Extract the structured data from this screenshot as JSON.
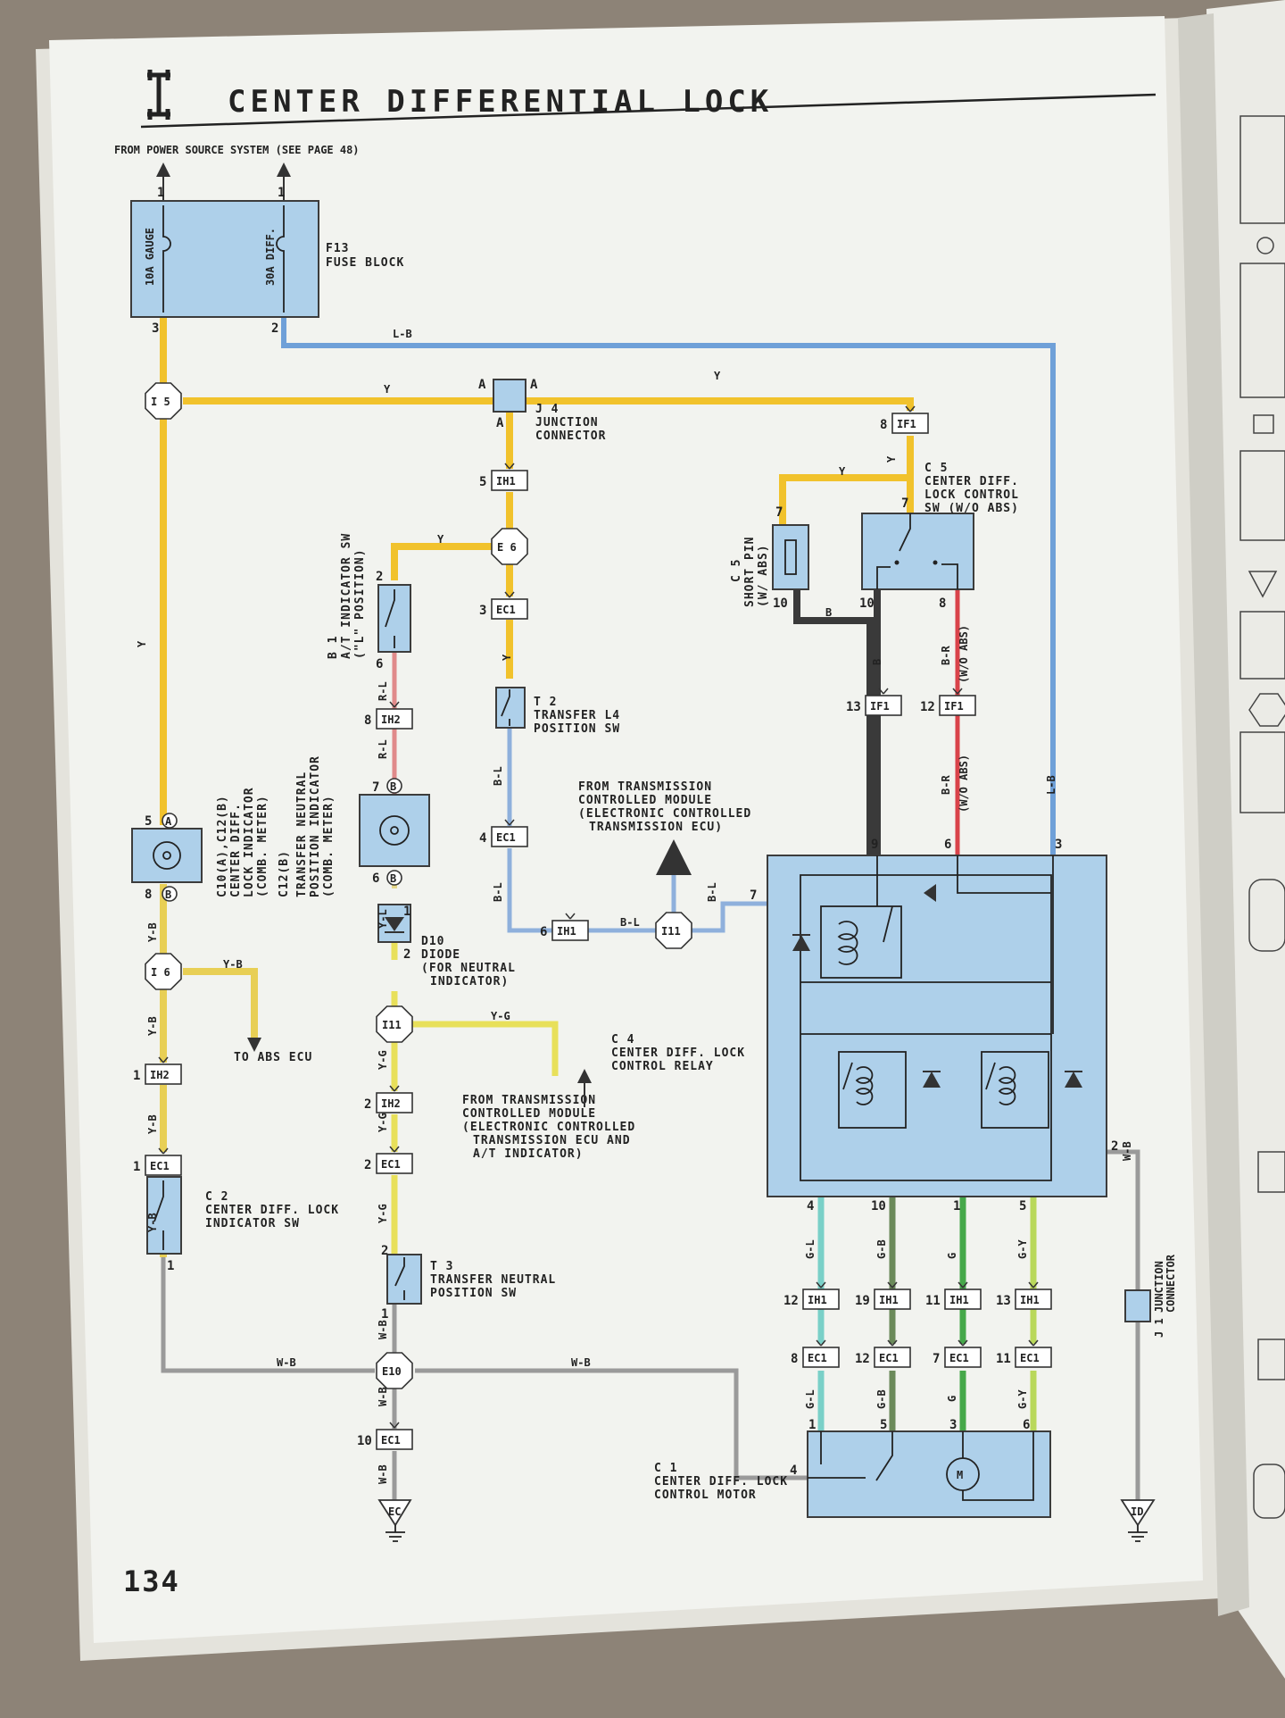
{
  "title": "CENTER DIFFERENTIAL LOCK",
  "source_note": "FROM POWER SOURCE SYSTEM (SEE PAGE 48)",
  "page_number": "134",
  "colors": {
    "page": "#f2f3ef",
    "component": "#aed0ea",
    "Y": "#f1c22c",
    "L-B": "#6fa0d8",
    "B": "#3a3a3a",
    "B-R": "#d9434a",
    "B-L": "#8fb0dc",
    "Y-G": "#e8e05a",
    "G": "#46a84a",
    "G-L": "#7ad0c8",
    "G-B": "#6b8a5a",
    "G-Y": "#b9d85a",
    "W-B": "#9a9a9a",
    "R-L": "#e08a8a",
    "Y-L": "#e6d88a"
  },
  "fuse_block": {
    "code": "F13",
    "name": "FUSE BLOCK",
    "fuse_left": "10A GAUGE",
    "fuse_right": "30A DIFF.",
    "pin_in_left": "1",
    "pin_in_right": "1",
    "pin_out_left": "3",
    "pin_out_right": "2"
  },
  "junction": {
    "code": "J 4",
    "name_1": "JUNCTION",
    "name_2": "CONNECTOR",
    "pin_a": "A"
  },
  "components": {
    "c5_sw": {
      "code": "C 5",
      "line1": "CENTER DIFF.",
      "line2": "LOCK CONTROL",
      "line3": "SW (W/O ABS)"
    },
    "c5_pin": {
      "code": "C 5",
      "line1": "SHORT PIN",
      "line2": "(W/ ABS)"
    },
    "b1": {
      "code": "B 1",
      "line1": "A/T INDICATOR SW",
      "line2": "(\"L\" POSITION)"
    },
    "t2": {
      "code": "T 2",
      "line1": "TRANSFER L4",
      "line2": "POSITION SW"
    },
    "c10": {
      "code": "C10(A),C12(B)",
      "line1": "CENTER DIFF.",
      "line2": "LOCK INDICATOR",
      "line3": "(COMB. METER)"
    },
    "c12": {
      "code": "C12(B)",
      "line1": "TRANSFER NEUTRAL",
      "line2": "POSITION INDICATOR",
      "line3": "(COMB. METER)"
    },
    "d10": {
      "code": "D10",
      "line1": "DIODE",
      "line2": "(FOR NEUTRAL",
      "line3": "INDICATOR)"
    },
    "c4": {
      "code": "C 4",
      "line1": "CENTER DIFF. LOCK",
      "line2": "CONTROL RELAY"
    },
    "c2": {
      "code": "C 2",
      "line1": "CENTER DIFF. LOCK",
      "line2": "INDICATOR SW"
    },
    "t3": {
      "code": "T 3",
      "line1": "TRANSFER NEUTRAL",
      "line2": "POSITION SW"
    },
    "c1": {
      "code": "C 1",
      "line1": "CENTER DIFF. LOCK",
      "line2": "CONTROL MOTOR"
    },
    "j1": {
      "code": "J 1",
      "line1": "JUNCTION",
      "line2": "CONNECTOR"
    }
  },
  "notes": {
    "tcm_1": {
      "line1": "FROM TRANSMISSION",
      "line2": "CONTROLLED MODULE",
      "line3": "(ELECTRONIC CONTROLLED",
      "line4": "TRANSMISSION ECU)"
    },
    "tcm_2": {
      "line1": "FROM TRANSMISSION",
      "line2": "CONTROLLED MODULE",
      "line3": "(ELECTRONIC CONTROLLED",
      "line4": "TRANSMISSION ECU AND",
      "line5": "A/T INDICATOR)"
    },
    "abs": "TO ABS ECU"
  },
  "splices": [
    "I 5",
    "E 6",
    "I 6",
    "I11",
    "I11",
    "E10"
  ],
  "ground_points": [
    "EC",
    "ID"
  ],
  "connectors": [
    {
      "code": "IF1",
      "pin": "8"
    },
    {
      "code": "IH1",
      "pin": "5"
    },
    {
      "code": "EC1",
      "pin": "3"
    },
    {
      "code": "IH2",
      "pin": "8"
    },
    {
      "code": "EC1",
      "pin": "4"
    },
    {
      "code": "IH1",
      "pin": "6"
    },
    {
      "code": "IF1",
      "pin": "13"
    },
    {
      "code": "IF1",
      "pin": "12"
    },
    {
      "code": "IH2",
      "pin": "1"
    },
    {
      "code": "EC1",
      "pin": "1"
    },
    {
      "code": "IH2",
      "pin": "2"
    },
    {
      "code": "EC1",
      "pin": "2"
    },
    {
      "code": "IH1",
      "pin": "12"
    },
    {
      "code": "IH1",
      "pin": "19"
    },
    {
      "code": "IH1",
      "pin": "11"
    },
    {
      "code": "IH1",
      "pin": "13"
    },
    {
      "code": "EC1",
      "pin": "8"
    },
    {
      "code": "EC1",
      "pin": "12"
    },
    {
      "code": "EC1",
      "pin": "7"
    },
    {
      "code": "EC1",
      "pin": "11"
    },
    {
      "code": "EC1",
      "pin": "10"
    }
  ],
  "wire_labels": [
    "L-B",
    "Y",
    "Y",
    "Y",
    "Y",
    "Y",
    "Y",
    "Y",
    "B",
    "B",
    "B-R",
    "(W/O ABS)",
    "B-R",
    "(W/O ABS)",
    "L-B",
    "R-L",
    "R-L",
    "B-L",
    "B-L",
    "B-L",
    "B-L",
    "Y-L",
    "Y-G",
    "Y-G",
    "Y-G",
    "Y-G",
    "Y-B",
    "Y-B",
    "Y-B",
    "Y-B",
    "Y-B",
    "W-B",
    "W-B",
    "W-B",
    "W-B",
    "W-B",
    "W-B",
    "G-L",
    "G-B",
    "G",
    "G-Y",
    "G-L",
    "G-B",
    "G",
    "G-Y"
  ]
}
